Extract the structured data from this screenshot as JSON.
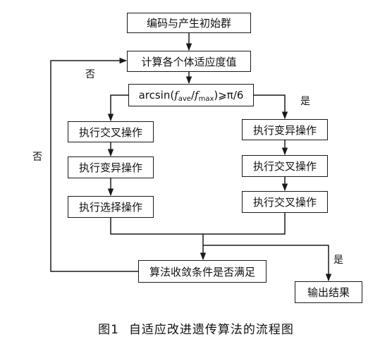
{
  "steps": {
    "init": "编码与产生初始群",
    "fitness": "计算各个体适应度值",
    "cond_text": {
      "fn": "arcsin(",
      "f1": "f",
      "sub1": "ave",
      "slash": "/",
      "f2": "f",
      "sub2": "max",
      "tail": ")⩾π/6"
    },
    "left_cross": "执行交叉操作",
    "left_mutate": "执行变异操作",
    "left_select": "执行选择操作",
    "right_mutate": "执行变异操作",
    "right_cross_1": "执行交叉操作",
    "right_cross_2": "执行交叉操作",
    "converge": "算法收敛条件是否满足",
    "output": "输出结果"
  },
  "labels": {
    "no_top": "否",
    "no_left": "否",
    "yes_cond": "是",
    "yes_converge": "是"
  },
  "caption": {
    "number": "图1",
    "title": "自适应改进遗传算法的流程图"
  }
}
